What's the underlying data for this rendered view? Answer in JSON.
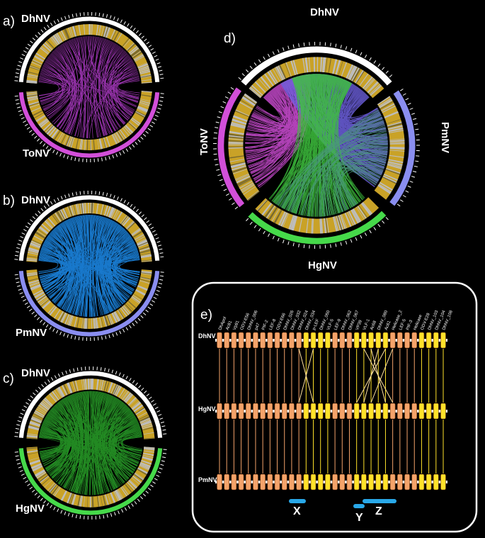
{
  "colors": {
    "background": "#000000",
    "gold": "#c9a227",
    "grey": "#bdbdbd",
    "ToNV": "#d24fd9",
    "PmNV": "#8a8ef0",
    "HgNV": "#46d94a",
    "links_a": "#b03cc8",
    "links_b": "#1e8ff0",
    "links_c": "#2aa32a",
    "gene_box": "#f4a36a",
    "gene_hl": "#ffe22a",
    "region": "#29a8e8"
  },
  "panels": {
    "a": {
      "label": "a)",
      "top": "DhNV",
      "bottom": "ToNV"
    },
    "b": {
      "label": "b)",
      "top": "DhNV",
      "bottom": "PmNV"
    },
    "c": {
      "label": "c)",
      "top": "DhNV",
      "bottom": "HgNV"
    },
    "d": {
      "label": "d)",
      "top": "DhNV",
      "right": "PmNV",
      "bottom": "HgNV",
      "left": "ToNV"
    },
    "e": {
      "label": "e)",
      "rows": [
        "DhNV",
        "HgNV",
        "PmNV"
      ],
      "genes": [
        "DhApol",
        "Ac81",
        "Vp91",
        "ODV-E56",
        "DhNV_006",
        "p47",
        "PIF-2",
        "LEF-8",
        "ODV-E66",
        "DhNV_026",
        "DhNV_032",
        "DhNV_024",
        "DhNV_034",
        "p-LEF",
        "DhNV_050",
        "VLF-5",
        "LEF-9",
        "DhNV_062",
        "DhNV_067",
        "VP39",
        "VLF-1",
        "Ac68",
        "DhNV_080",
        "Ac61",
        "Helicase_2",
        "LEF-5",
        "PIF-3",
        "Helicase",
        "ODV-E28",
        "DhNV_103",
        "DhNV_104",
        "DhNV_108"
      ],
      "regions": [
        "X",
        "Y",
        "Z"
      ]
    }
  }
}
